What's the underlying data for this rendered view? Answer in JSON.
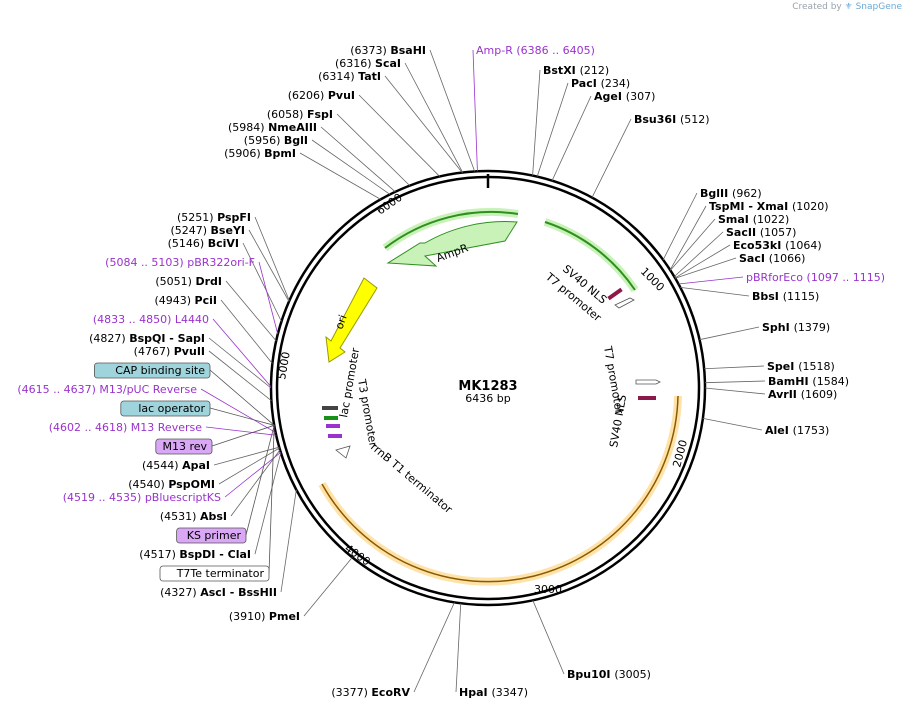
{
  "header": {
    "created_by": "Created by",
    "brand": "SnapGene"
  },
  "plasmid": {
    "name": "MK1283",
    "size": "6436 bp",
    "total_bp": 6436
  },
  "colors": {
    "backbone": "#000000",
    "feature_green_fill": "#c8f2b8",
    "feature_green_stroke": "#2f8f1f",
    "feature_orange_stroke": "#e8a317",
    "ori_fill": "#ffff00",
    "purple_text": "#9a32cd",
    "primer_fill": "#d9a7f5",
    "protein_binding_fill": "#9fd4dc",
    "terminator_fill": "#ffffff"
  },
  "tick_labels": [
    "1000",
    "2000",
    "3000",
    "4000",
    "5000",
    "6000"
  ],
  "features": [
    {
      "name": "AmpR",
      "type": "gene-green"
    },
    {
      "name": "ori",
      "type": "ori"
    },
    {
      "name": "SV40 NLS",
      "type": "label"
    },
    {
      "name": "T7 promoter",
      "type": "label"
    },
    {
      "name": "T7 promoter",
      "type": "label"
    },
    {
      "name": "SV40 NLS",
      "type": "label"
    },
    {
      "name": "lac promoter",
      "type": "label"
    },
    {
      "name": "T3 promoter",
      "type": "label"
    },
    {
      "name": "rrnB T1 terminator",
      "type": "label"
    }
  ],
  "left_labels": [
    {
      "pos": "(6373)",
      "name": "BsaHI",
      "style": "site"
    },
    {
      "pos": "(6316)",
      "name": "ScaI",
      "style": "site"
    },
    {
      "pos": "(6314)",
      "name": "TatI",
      "style": "site"
    },
    {
      "pos": "(6206)",
      "name": "PvuI",
      "style": "site"
    },
    {
      "pos": "(6058)",
      "name": "FspI",
      "style": "site"
    },
    {
      "pos": "(5984)",
      "name": "NmeAIII",
      "style": "site"
    },
    {
      "pos": "(5956)",
      "name": "BglI",
      "style": "site"
    },
    {
      "pos": "(5906)",
      "name": "BpmI",
      "style": "site"
    },
    {
      "pos": "(5251)",
      "name": "PspFI",
      "style": "site"
    },
    {
      "pos": "(5247)",
      "name": "BseYI",
      "style": "site"
    },
    {
      "pos": "(5146)",
      "name": "BciVI",
      "style": "site"
    },
    {
      "pos": "(5084 .. 5103)",
      "name": "pBR322ori-F",
      "style": "purple"
    },
    {
      "pos": "(5051)",
      "name": "DrdI",
      "style": "site"
    },
    {
      "pos": "(4943)",
      "name": "PciI",
      "style": "site"
    },
    {
      "pos": "(4833 .. 4850)",
      "name": "L4440",
      "style": "purple"
    },
    {
      "pos": "(4827)",
      "name": "BspQI - SapI",
      "style": "site"
    },
    {
      "pos": "(4767)",
      "name": "PvuII",
      "style": "site"
    },
    {
      "pos": "",
      "name": "CAP binding site",
      "style": "boxblue"
    },
    {
      "pos": "(4615 .. 4637)",
      "name": "M13/pUC Reverse",
      "style": "purple"
    },
    {
      "pos": "",
      "name": "lac operator",
      "style": "boxblue"
    },
    {
      "pos": "(4602 .. 4618)",
      "name": "M13 Reverse",
      "style": "purple"
    },
    {
      "pos": "",
      "name": "M13 rev",
      "style": "boxpurple"
    },
    {
      "pos": "(4544)",
      "name": "ApaI",
      "style": "site"
    },
    {
      "pos": "(4540)",
      "name": "PspOMI",
      "style": "site"
    },
    {
      "pos": "(4519 .. 4535)",
      "name": "pBluescriptKS",
      "style": "purple"
    },
    {
      "pos": "(4531)",
      "name": "AbsI",
      "style": "site"
    },
    {
      "pos": "",
      "name": "KS primer",
      "style": "boxpurple"
    },
    {
      "pos": "(4517)",
      "name": "BspDI - ClaI",
      "style": "site"
    },
    {
      "pos": "",
      "name": "T7Te terminator",
      "style": "boxwhite"
    },
    {
      "pos": "(4327)",
      "name": "AscI - BssHII",
      "style": "site"
    },
    {
      "pos": "(3910)",
      "name": "PmeI",
      "style": "site"
    },
    {
      "pos": "(3377)",
      "name": "EcoRV",
      "style": "site"
    }
  ],
  "right_labels": [
    {
      "name": "Amp-R",
      "pos": "(6386 .. 6405)",
      "style": "purple"
    },
    {
      "name": "BstXI",
      "pos": "(212)",
      "style": "site"
    },
    {
      "name": "PacI",
      "pos": "(234)",
      "style": "site"
    },
    {
      "name": "AgeI",
      "pos": "(307)",
      "style": "site"
    },
    {
      "name": "Bsu36I",
      "pos": "(512)",
      "style": "site"
    },
    {
      "name": "BglII",
      "pos": "(962)",
      "style": "site"
    },
    {
      "name": "TspMI - XmaI",
      "pos": "(1020)",
      "style": "site"
    },
    {
      "name": "SmaI",
      "pos": "(1022)",
      "style": "site"
    },
    {
      "name": "SacII",
      "pos": "(1057)",
      "style": "site"
    },
    {
      "name": "Eco53kI",
      "pos": "(1064)",
      "style": "site"
    },
    {
      "name": "SacI",
      "pos": "(1066)",
      "style": "site"
    },
    {
      "name": "pBRforEco",
      "pos": "(1097 .. 1115)",
      "style": "purple"
    },
    {
      "name": "BbsI",
      "pos": "(1115)",
      "style": "site"
    },
    {
      "name": "SphI",
      "pos": "(1379)",
      "style": "site"
    },
    {
      "name": "SpeI",
      "pos": "(1518)",
      "style": "site"
    },
    {
      "name": "BamHI",
      "pos": "(1584)",
      "style": "site"
    },
    {
      "name": "AvrII",
      "pos": "(1609)",
      "style": "site"
    },
    {
      "name": "AleI",
      "pos": "(1753)",
      "style": "site"
    },
    {
      "name": "Bpu10I",
      "pos": "(3005)",
      "style": "site"
    },
    {
      "name": "HpaI",
      "pos": "(3347)",
      "style": "site"
    }
  ]
}
